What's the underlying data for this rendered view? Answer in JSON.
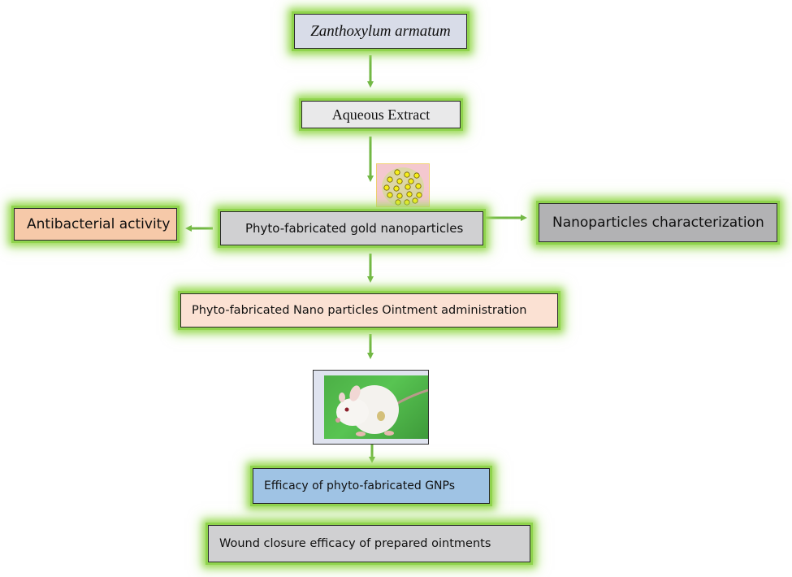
{
  "diagram": {
    "type": "flowchart",
    "accent_color": "#7dc242",
    "nodes": {
      "plant": {
        "label": "Zanthoxylum armatum",
        "fill": "#d8dce8"
      },
      "extract": {
        "label": "Aqueous Extract",
        "fill": "#e9e9ea"
      },
      "antibacterial": {
        "label": "Antibacterial activity",
        "fill": "#f6c9a9"
      },
      "gnps": {
        "label": "Phyto-fabricated gold nanoparticles",
        "fill": "#d0d0d2"
      },
      "characterization": {
        "label": "Nanoparticles characterization",
        "fill": "#b2b2b4"
      },
      "ointment": {
        "label": "Phyto-fabricated Nano particles Ointment administration",
        "fill": "#fbe1d3"
      },
      "efficacy": {
        "label": "Efficacy of phyto-fabricated GNPs",
        "fill": "#9fc3e4"
      },
      "wound": {
        "label": "Wound closure efficacy of prepared ointments",
        "fill": "#d0d0d2"
      }
    },
    "images": {
      "nanoparticles": "gold-nanoparticles-illustration",
      "animal": "white-rat-photo"
    },
    "edges": [
      {
        "from": "plant",
        "to": "extract"
      },
      {
        "from": "extract",
        "to": "gnps"
      },
      {
        "from": "gnps",
        "to": "antibacterial"
      },
      {
        "from": "gnps",
        "to": "characterization"
      },
      {
        "from": "gnps",
        "to": "ointment"
      },
      {
        "from": "ointment",
        "to": "animal"
      },
      {
        "from": "animal",
        "to": "efficacy"
      }
    ]
  }
}
